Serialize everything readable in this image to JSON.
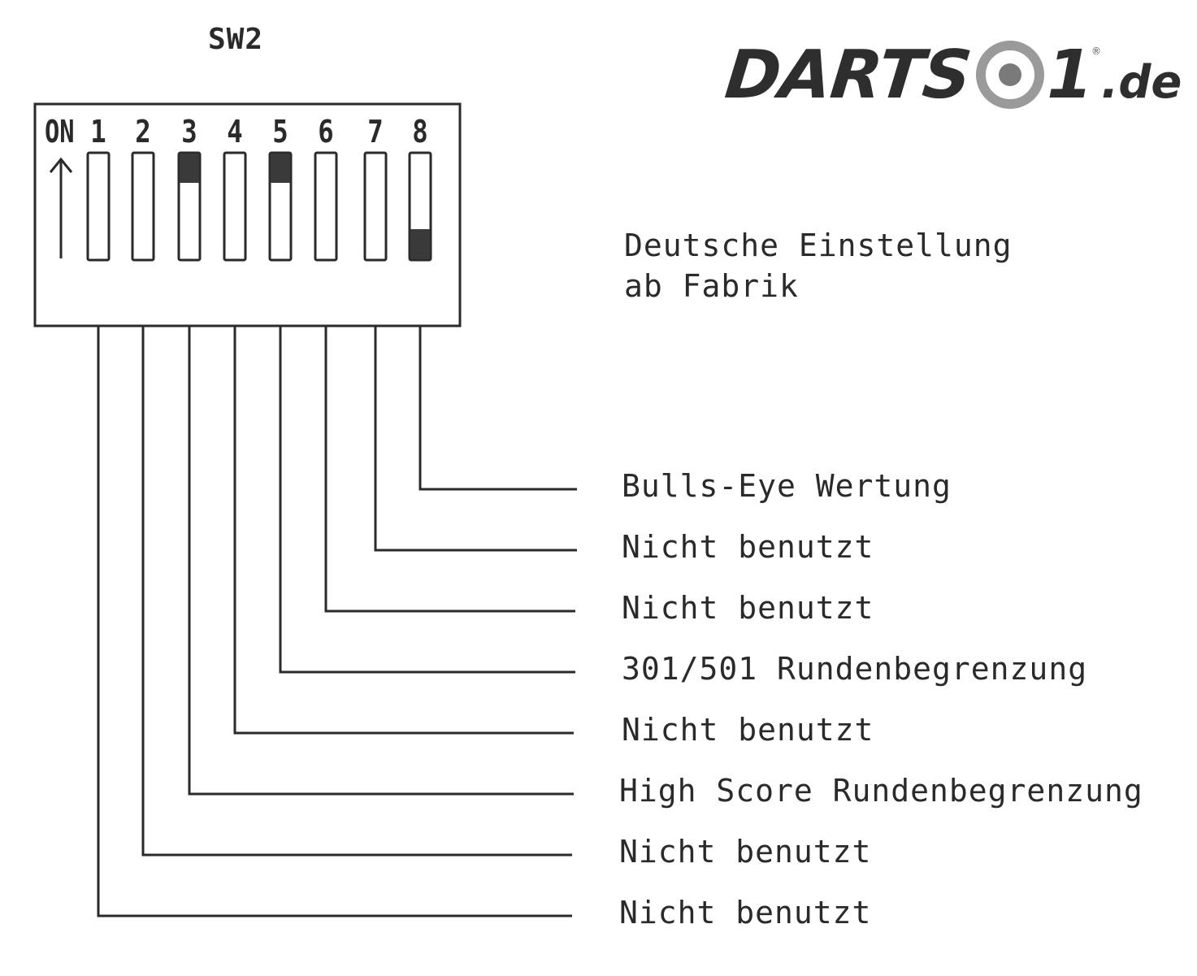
{
  "switch": {
    "title": "SW2",
    "on_label": "ON",
    "positions": [
      {
        "number": "1",
        "on": false
      },
      {
        "number": "2",
        "on": false
      },
      {
        "number": "3",
        "on": true
      },
      {
        "number": "4",
        "on": false
      },
      {
        "number": "5",
        "on": true
      },
      {
        "number": "6",
        "on": false
      },
      {
        "number": "7",
        "on": false
      },
      {
        "number": "8",
        "on": false
      }
    ]
  },
  "note": {
    "line1": "Deutsche Einstellung",
    "line2": "ab Fabrik"
  },
  "functions": [
    {
      "switch": "8",
      "label": "Bulls-Eye Wertung"
    },
    {
      "switch": "7",
      "label": "Nicht benutzt"
    },
    {
      "switch": "6",
      "label": "Nicht benutzt"
    },
    {
      "switch": "5",
      "label": "301/501 Rundenbegrenzung"
    },
    {
      "switch": "4",
      "label": "Nicht benutzt"
    },
    {
      "switch": "3",
      "label": "High Score Rundenbegrenzung"
    },
    {
      "switch": "2",
      "label": "Nicht benutzt"
    },
    {
      "switch": "1",
      "label": "Nicht benutzt"
    }
  ],
  "logo": {
    "text_left": "DARTS",
    "text_one": "1",
    "text_domain": ".de",
    "registered": "®",
    "colors": {
      "dark": "#2e2e2e",
      "ring": "#9a9a9a",
      "dot": "#7a7a7a"
    }
  }
}
